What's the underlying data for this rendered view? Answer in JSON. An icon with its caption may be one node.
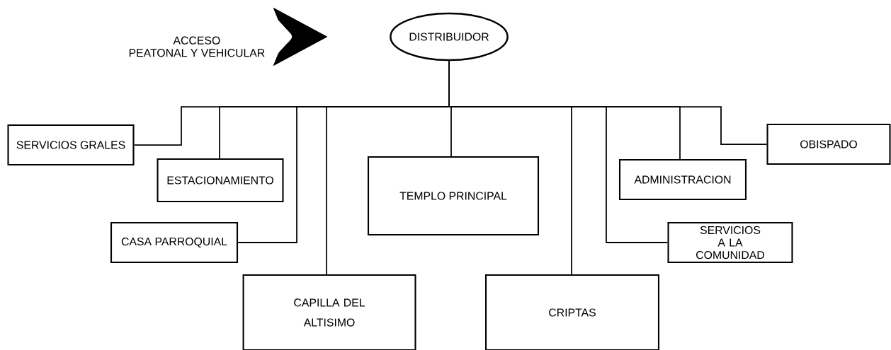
{
  "diagram": {
    "nodes": [
      {
        "text": [],
        "shape": "arrow",
        "beside": [
          "ACCESO",
          "PEATONAL Y VEHICULAR"
        ]
      },
      {
        "text": [
          "DISTRIBUIDOR"
        ]
      },
      {
        "text": [
          "SERVICIOS GRALES"
        ]
      },
      {
        "text": [
          "ESTACIONAMIENTO"
        ]
      },
      {
        "text": [
          "CASA PARROQUIAL"
        ]
      },
      {
        "text": [
          "TEMPLO PRINCIPAL"
        ]
      },
      {
        "text": [
          "CAPILLA DEL ALTISIMO"
        ]
      },
      {
        "text": [
          "CRIPTAS"
        ]
      },
      {
        "text": [
          "ADMINISTRACION"
        ]
      },
      {
        "text": [
          "SERVICIOS A LA COMUNIDAD"
        ]
      },
      {
        "text": [
          "OBISPADO"
        ]
      }
    ],
    "edges": [
      {
        "from": 1,
        "to": 2,
        "arrow": "none"
      },
      {
        "from": 1,
        "to": 3,
        "arrow": "none"
      },
      {
        "from": 1,
        "to": 4,
        "arrow": "none"
      },
      {
        "from": 1,
        "to": 6,
        "arrow": "none"
      },
      {
        "from": 1,
        "to": 5,
        "arrow": "none"
      },
      {
        "from": 1,
        "to": 7,
        "arrow": "none"
      },
      {
        "from": 1,
        "to": 9,
        "arrow": "none"
      },
      {
        "from": 1,
        "to": 8,
        "arrow": "none"
      },
      {
        "from": 1,
        "to": 10,
        "arrow": "none"
      }
    ]
  }
}
